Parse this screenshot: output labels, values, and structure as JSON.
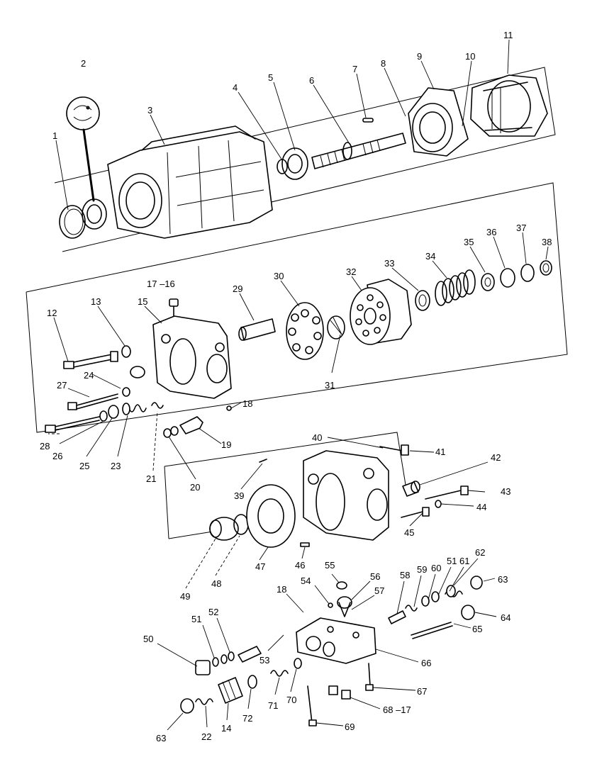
{
  "callouts": [
    {
      "id": "c-1",
      "text": "1"
    },
    {
      "id": "c-2",
      "text": "2"
    },
    {
      "id": "c-3",
      "text": "3"
    },
    {
      "id": "c-4",
      "text": "4"
    },
    {
      "id": "c-5",
      "text": "5"
    },
    {
      "id": "c-6",
      "text": "6"
    },
    {
      "id": "c-7",
      "text": "7"
    },
    {
      "id": "c-8",
      "text": "8"
    },
    {
      "id": "c-9",
      "text": "9"
    },
    {
      "id": "c-10",
      "text": "10"
    },
    {
      "id": "c-11",
      "text": "11"
    },
    {
      "id": "c-12",
      "text": "12"
    },
    {
      "id": "c-13",
      "text": "13"
    },
    {
      "id": "c-15",
      "text": "15"
    },
    {
      "id": "c-17-16",
      "text": "17 –16"
    },
    {
      "id": "c-29",
      "text": "29"
    },
    {
      "id": "c-30",
      "text": "30"
    },
    {
      "id": "c-32",
      "text": "32"
    },
    {
      "id": "c-33",
      "text": "33"
    },
    {
      "id": "c-34",
      "text": "34"
    },
    {
      "id": "c-35",
      "text": "35"
    },
    {
      "id": "c-36",
      "text": "36"
    },
    {
      "id": "c-37",
      "text": "37"
    },
    {
      "id": "c-38",
      "text": "38"
    },
    {
      "id": "c-31",
      "text": "31"
    },
    {
      "id": "c-27",
      "text": "27"
    },
    {
      "id": "c-24",
      "text": "24"
    },
    {
      "id": "c-18a",
      "text": "18"
    },
    {
      "id": "c-28",
      "text": "28"
    },
    {
      "id": "c-26",
      "text": "26"
    },
    {
      "id": "c-25",
      "text": "25"
    },
    {
      "id": "c-23",
      "text": "23"
    },
    {
      "id": "c-21",
      "text": "21"
    },
    {
      "id": "c-20",
      "text": "20"
    },
    {
      "id": "c-19",
      "text": "19"
    },
    {
      "id": "c-40",
      "text": "40"
    },
    {
      "id": "c-41",
      "text": "41"
    },
    {
      "id": "c-42",
      "text": "42"
    },
    {
      "id": "c-43",
      "text": "43"
    },
    {
      "id": "c-44",
      "text": "44"
    },
    {
      "id": "c-45",
      "text": "45"
    },
    {
      "id": "c-39",
      "text": "39"
    },
    {
      "id": "c-49",
      "text": "49"
    },
    {
      "id": "c-48",
      "text": "48"
    },
    {
      "id": "c-47",
      "text": "47"
    },
    {
      "id": "c-46",
      "text": "46"
    },
    {
      "id": "c-55",
      "text": "55"
    },
    {
      "id": "c-54",
      "text": "54"
    },
    {
      "id": "c-56",
      "text": "56"
    },
    {
      "id": "c-57",
      "text": "57"
    },
    {
      "id": "c-58",
      "text": "58"
    },
    {
      "id": "c-59",
      "text": "59"
    },
    {
      "id": "c-60",
      "text": "60"
    },
    {
      "id": "c-51a",
      "text": "51"
    },
    {
      "id": "c-61",
      "text": "61"
    },
    {
      "id": "c-62",
      "text": "62"
    },
    {
      "id": "c-63a",
      "text": "63"
    },
    {
      "id": "c-64",
      "text": "64"
    },
    {
      "id": "c-65",
      "text": "65"
    },
    {
      "id": "c-18b",
      "text": "18"
    },
    {
      "id": "c-51b",
      "text": "51"
    },
    {
      "id": "c-52",
      "text": "52"
    },
    {
      "id": "c-50",
      "text": "50"
    },
    {
      "id": "c-53",
      "text": "53"
    },
    {
      "id": "c-66",
      "text": "66"
    },
    {
      "id": "c-67",
      "text": "67"
    },
    {
      "id": "c-68-17",
      "text": "68 –17"
    },
    {
      "id": "c-69",
      "text": "69"
    },
    {
      "id": "c-71",
      "text": "71"
    },
    {
      "id": "c-70",
      "text": "70"
    },
    {
      "id": "c-72",
      "text": "72"
    },
    {
      "id": "c-14",
      "text": "14"
    },
    {
      "id": "c-22",
      "text": "22"
    },
    {
      "id": "c-63b",
      "text": "63"
    }
  ]
}
